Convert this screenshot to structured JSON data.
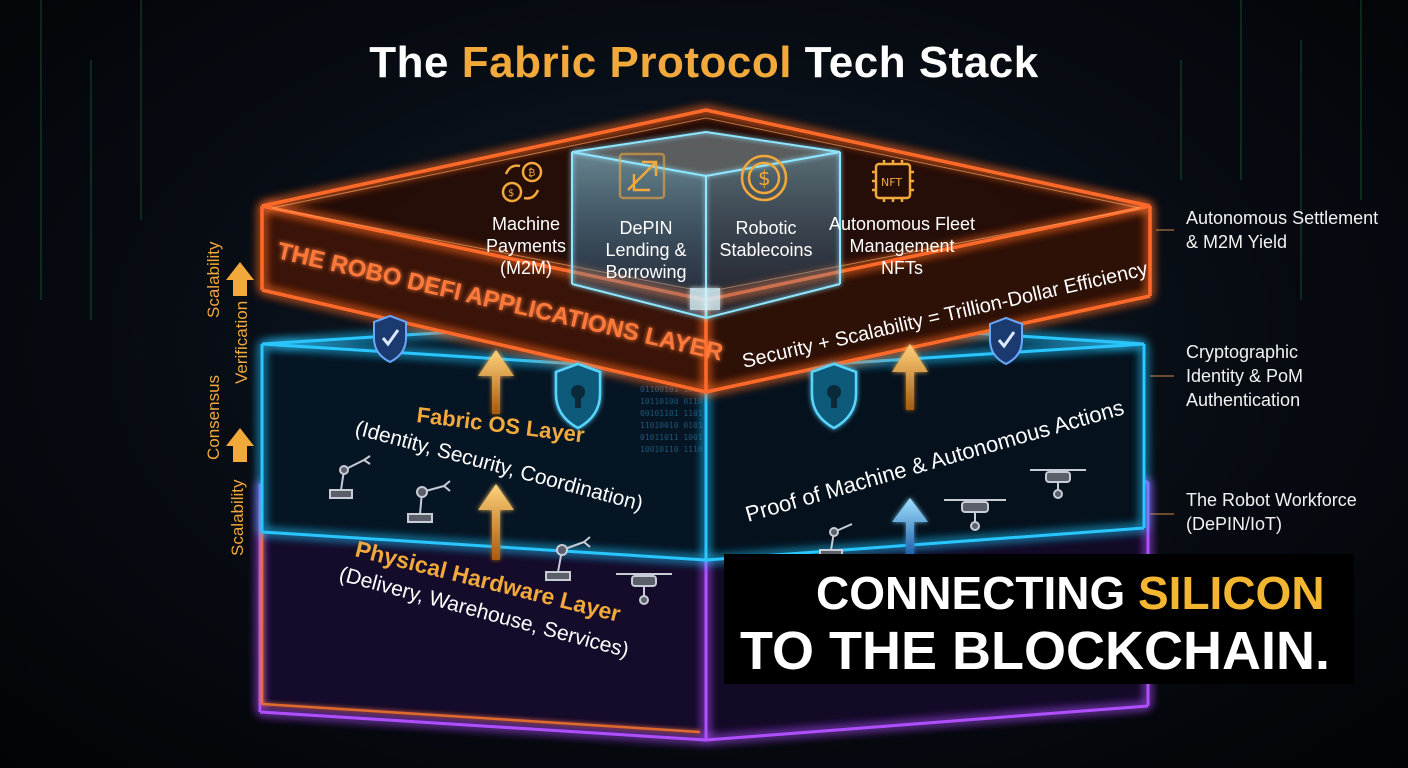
{
  "title": {
    "prefix": "The ",
    "highlight": "Fabric Protocol",
    "suffix": " Tech Stack"
  },
  "axis_labels": {
    "top": "Scalability",
    "verification": "Verification",
    "consensus": "Consensus",
    "bottom": "Scalability"
  },
  "top_layer": {
    "name": "THE ROBO DEFI APPLICATIONS LAYER",
    "tagline": "Security + Scalability = Trillion-Dollar Efficiency",
    "apps": [
      {
        "icon": "crypto-exchange-icon",
        "line1": "Machine",
        "line2": "Payments",
        "line3": "(M2M)"
      },
      {
        "icon": "lending-arrows-icon",
        "line1": "DePIN",
        "line2": "Lending &",
        "line3": "Borrowing"
      },
      {
        "icon": "dollar-coin-icon",
        "line1": "Robotic",
        "line2": "Stablecoins",
        "line3": ""
      },
      {
        "icon": "nft-chip-icon",
        "line1": "Autonomous Fleet",
        "line2": "Management",
        "line3": "NFTs"
      }
    ],
    "nft_chip_text": "NFT",
    "side_label": [
      "Autonomous Settlement",
      "& M2M Yield"
    ]
  },
  "middle_layer": {
    "name": "Fabric OS Layer",
    "subtitle": "(Identity, Security, Coordination)",
    "tagline": "Proof of Machine & Autonomous Actions",
    "side_label": [
      "Cryptographic",
      "Identity & PoM",
      "Authentication"
    ]
  },
  "bottom_layer": {
    "name": "Physical Hardware Layer",
    "subtitle": "(Delivery, Warehouse, Services)",
    "side_label": [
      "The Robot Workforce",
      "(DePIN/IoT)"
    ]
  },
  "banner": {
    "line1_prefix": "CONNECTING ",
    "line1_highlight": "SILICON",
    "line2": "TO THE BLOCKCHAIN."
  },
  "colors": {
    "accent_orange": "#f2a93b",
    "top_layer": "#ff6a2a",
    "middle_layer": "#29c6ff",
    "bottom_layer": "#b050ff",
    "banner_highlight": "#f2b630"
  }
}
